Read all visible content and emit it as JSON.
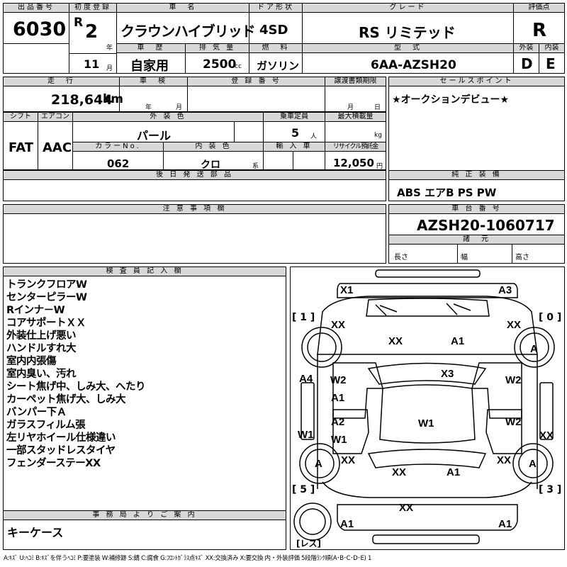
{
  "header": {
    "lot_label": "出品番号",
    "lot": "6030",
    "first_reg_label": "初度登録",
    "era": "R",
    "year": "2",
    "year_unit": "年",
    "month": "11",
    "month_unit": "月",
    "name_label": "車　名",
    "name": "クラウンハイブリッド",
    "door_label": "ドア形状",
    "door": "4SD",
    "grade_label": "グレード",
    "grade": "RS リミテッド",
    "score_label": "評価点",
    "score": "R",
    "history_label": "車　歴",
    "history": "自家用",
    "displacement_label": "排 気 量",
    "displacement": "2500",
    "displacement_unit": "cc",
    "fuel_label": "燃　料",
    "fuel": "ガソリン",
    "model_label": "型　式",
    "model": "6AA-AZSH20",
    "exterior_label": "外装",
    "exterior": "D",
    "interior_label": "内装",
    "interior": "E"
  },
  "row2": {
    "mileage_label": "走　行",
    "mileage": "218,644",
    "mileage_unit": "km",
    "inspection_label": "車　検",
    "inspection_year_unit": "年",
    "inspection_month_unit": "月",
    "reg_no_label": "登 録 番 号",
    "transfer_label": "譲渡書類期限",
    "transfer_month_unit": "月",
    "transfer_day_unit": "日",
    "sales_point_label": "セールスポイント",
    "sales_point": "★オークションデビュー★"
  },
  "row3": {
    "shift_label": "シフト",
    "shift": "FAT",
    "ac_label": "エアコン",
    "ac": "AAC",
    "ext_color_label": "外 装 色",
    "ext_color": "パール",
    "capacity_label": "乗車定員",
    "capacity": "5",
    "capacity_unit": "人",
    "max_load_label": "最大積載量",
    "max_load_unit": "kg",
    "color_no_label": "カラーNo.",
    "color_no": "062",
    "int_color_label": "内 装 色",
    "int_color": "クロ",
    "int_color_unit": "系",
    "import_label": "輸 入 車",
    "recycle_label": "リサイクル預託金",
    "recycle": "12,050",
    "recycle_unit": "円"
  },
  "later_parts": {
    "label": "後 日 発 送 部 品"
  },
  "options": {
    "label": "純 正 装 備",
    "value": "ABS エアB PS PW"
  },
  "notes": {
    "label": "注 意 事 項 欄"
  },
  "chassis": {
    "label": "車 台 番 号",
    "value": "AZSH20-1060717",
    "spec_label": "諸　元",
    "length": "長さ",
    "width": "幅",
    "height": "高さ"
  },
  "inspector": {
    "label": "検 査 員 記 入 欄",
    "lines": [
      "トランクフロアW",
      "センターピラーW",
      "Rインナ－W",
      "コアサポートＸＸ",
      "外装仕上げ悪い",
      "ハンドルすれ大",
      "室内内張傷",
      "室内臭い、汚れ",
      "シート焦げ中、しみ大、へたり",
      "カーペット焦げ大、しみ大",
      "バンパー下Ａ",
      "ガラスフィルム張",
      "左リヤホイール仕様違い",
      "一部スタッドレスタイヤ",
      "フェンダーステーXX"
    ]
  },
  "office": {
    "label": "事 務 局 よ り ご 案 内",
    "value": "キーケース"
  },
  "diagram": {
    "tire_labels": {
      "front_left": "[ 1 ]",
      "front_right": "[ 0 ]",
      "rear_left": "[ 5 ]",
      "rear_right": "[ 3 ]",
      "spare": "[レス]"
    },
    "marks": {
      "x1": "X1",
      "a3": "A3",
      "fl_wheel_xx": "XX",
      "fr_wheel_xx": "XX",
      "fr_wheel_a": "A",
      "hood_xx": "XX",
      "hood_a1": "A1",
      "windshield_x3": "X3",
      "a4": "A4",
      "lf_door_w2": "W2",
      "lf_door_a1": "A1",
      "rf_door_w2": "W2",
      "lr_door_a2": "A2",
      "lr_door_w1": "W1",
      "roof_w1": "W1",
      "rr_door_w2": "W2",
      "w1_left": "W1",
      "xx_right": "XX",
      "rl_wheel_a": "A",
      "rl_xx": "XX",
      "rr_xx": "XX",
      "rr_wheel_a": "A",
      "trunk_xx": "XX",
      "trunk_a1": "A1",
      "rear_xx": "XX",
      "rear_a1_left": "A1",
      "rear_a1_right": "A1"
    }
  },
  "legend": "A:ｷｽﾞ U:ﾍｺﾐ B:ｷｽﾞを伴うﾍｺﾐ P:要塗装 W:補修跡 S:錆 C:腐食 G:ﾌﾛﾝﾄｶﾞﾗｽ点ｷｽﾞ XX:交換済み X:要交換 内・外装評価 5段階ﾗﾝｸ順(A･B･C･D･E) 1"
}
